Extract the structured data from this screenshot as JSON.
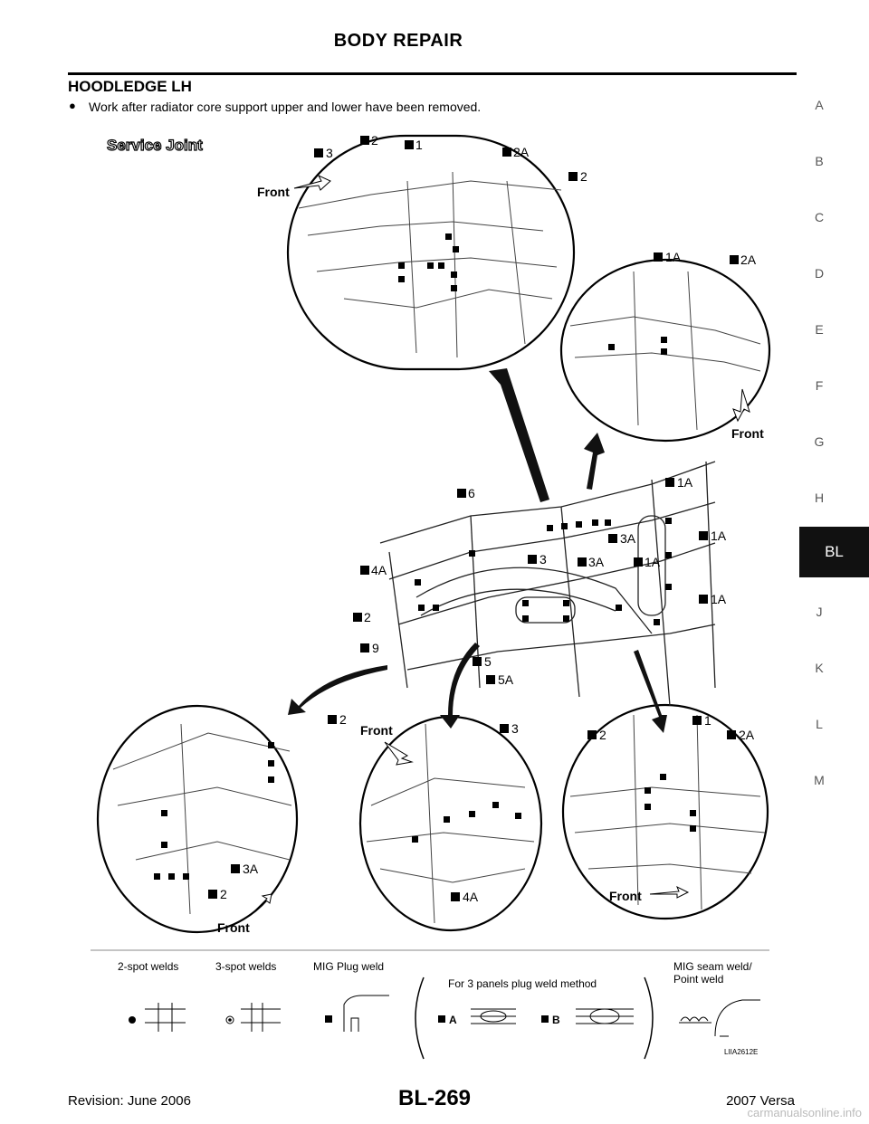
{
  "header": {
    "title": "BODY REPAIR"
  },
  "section": {
    "title": "HOODLEDGE LH",
    "bullet": "Work after radiator core support upper and lower have been removed."
  },
  "side_index": {
    "letters": [
      "A",
      "B",
      "C",
      "D",
      "E",
      "F",
      "G",
      "H",
      "BL",
      "J",
      "K",
      "L",
      "M"
    ],
    "active": "BL"
  },
  "diagram": {
    "heading": "Service Joint",
    "front_label": "Front",
    "callouts": {
      "top": [
        "3",
        "2",
        "1",
        "2A",
        "2"
      ],
      "topright": [
        "1A",
        "2A"
      ],
      "main": [
        "6",
        "1A",
        "3A",
        "1A",
        "4A",
        "3",
        "3A",
        "1A",
        "1A",
        "2",
        "9",
        "5",
        "5A"
      ],
      "bl": [
        "2",
        "3A",
        "2"
      ],
      "bm": [
        "3",
        "4A"
      ],
      "br": [
        "2",
        "1",
        "2A"
      ]
    },
    "legend": {
      "two_spot": "2-spot welds",
      "three_spot": "3-spot welds",
      "mig_plug": "MIG Plug weld",
      "three_panels": "For 3 panels plug weld method",
      "a": "A",
      "b": "B",
      "seam_line1": "MIG seam weld/",
      "seam_line2": "Point weld"
    },
    "code": "LIIA2612E"
  },
  "footer": {
    "revision": "Revision: June 2006",
    "page": "BL-269",
    "model": "2007 Versa"
  },
  "watermark": "carmanualsonline.info"
}
